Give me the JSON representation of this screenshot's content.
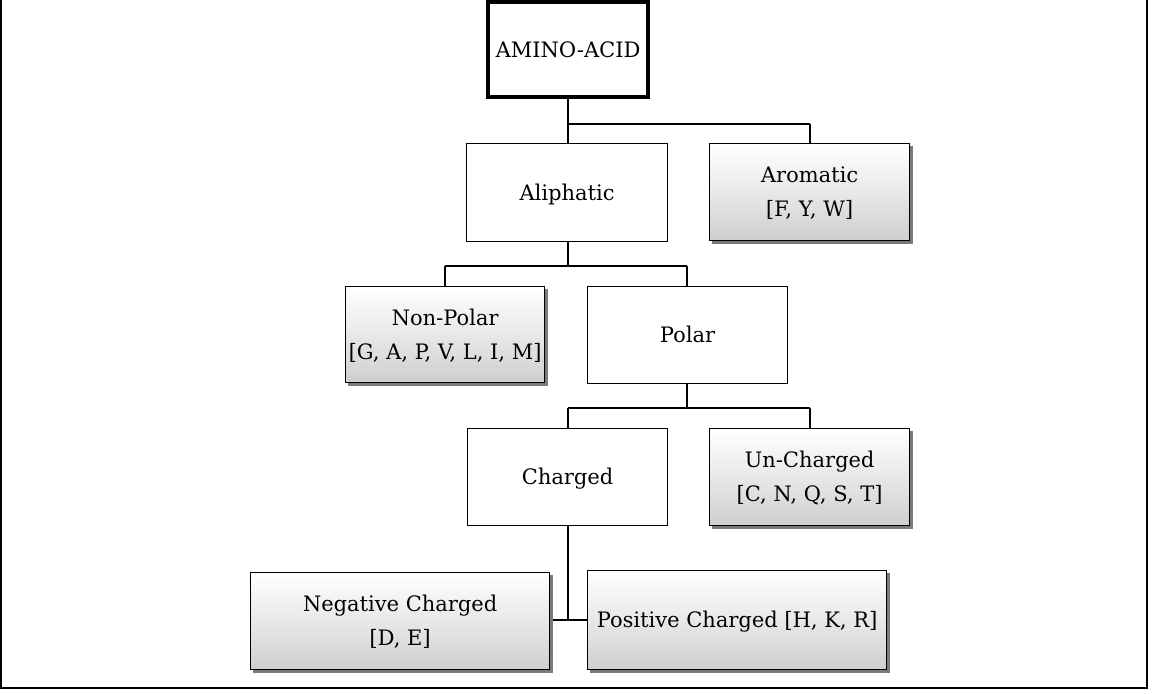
{
  "nodes": {
    "root": {
      "label": "AMINO-ACID"
    },
    "aliphatic": {
      "label": "Aliphatic"
    },
    "aromatic": {
      "label": "Aromatic",
      "members": "[F, Y, W]"
    },
    "nonpolar": {
      "label": "Non-Polar",
      "members": "[G, A, P, V, L, I, M]"
    },
    "polar": {
      "label": "Polar"
    },
    "charged": {
      "label": "Charged"
    },
    "uncharged": {
      "label": "Un-Charged",
      "members": "[C, N, Q, S, T]"
    },
    "negative": {
      "label": "Negative Charged",
      "members": "[D, E]"
    },
    "positive": {
      "label": "Positive Charged [H, K, R]"
    }
  },
  "edges": [
    [
      "root",
      "aliphatic"
    ],
    [
      "root",
      "aromatic"
    ],
    [
      "aliphatic",
      "nonpolar"
    ],
    [
      "aliphatic",
      "polar"
    ],
    [
      "polar",
      "charged"
    ],
    [
      "polar",
      "uncharged"
    ],
    [
      "charged",
      "negative"
    ],
    [
      "charged",
      "positive"
    ]
  ]
}
